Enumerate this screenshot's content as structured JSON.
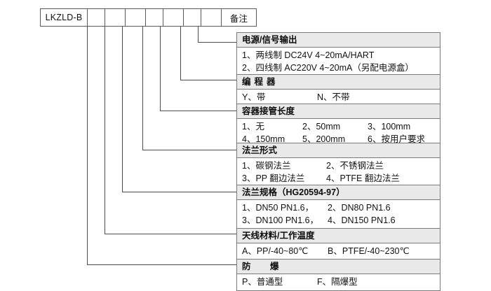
{
  "code_row": {
    "model": "LKZLD-B",
    "blanks": [
      "",
      "",
      "",
      "",
      "",
      "",
      ""
    ],
    "note": "备注"
  },
  "blocks": [
    {
      "title": "电源/信号输出",
      "rows": [
        [
          "1、两线制  DC24V 4~20mA/HART"
        ],
        [
          "2、四线制 AC220V 4~20mA（另配电源盒）"
        ]
      ]
    },
    {
      "title": "编程器",
      "rows": [
        [
          "Y、带",
          "N、不带"
        ]
      ]
    },
    {
      "title": "容器接管长度",
      "rows": [
        [
          "1、无",
          "2、50mm",
          "3、100mm"
        ],
        [
          "4、150mm",
          "5、200mm",
          "6、按用户要求"
        ]
      ]
    },
    {
      "title": "法兰形式",
      "rows": [
        [
          "1、碳钢法兰",
          "2、不锈钢法兰"
        ],
        [
          "3、PP 翻边法兰",
          "4、PTFE 翻边法兰"
        ]
      ]
    },
    {
      "title": "法兰规格（HG20594-97）",
      "rows": [
        [
          "1、DN50 PN1.6，",
          "2、DN80 PN1.6"
        ],
        [
          "3、DN100 PN1.6，",
          "4、DN150 PN1.6"
        ]
      ]
    },
    {
      "title": "天线材料/工作温度",
      "rows": [
        [
          "A、PP/-40~80℃",
          "B、PTFE/-40~230℃"
        ]
      ]
    },
    {
      "title": "防 爆",
      "rows": [
        [
          "P、普通型",
          "F、隔爆型"
        ]
      ]
    }
  ]
}
